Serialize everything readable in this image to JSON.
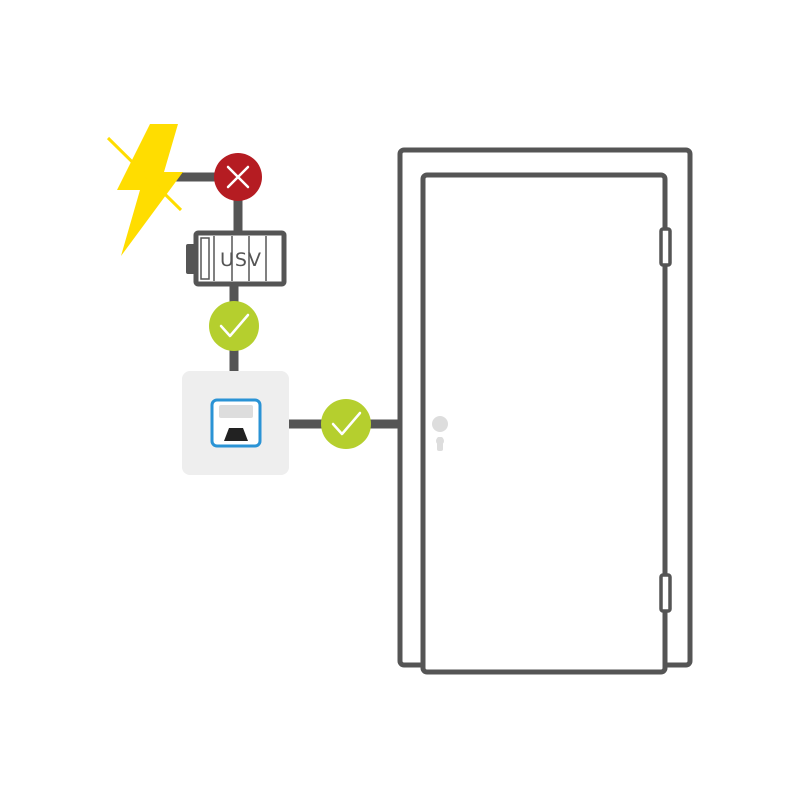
{
  "ups": {
    "label": "USV"
  },
  "colors": {
    "line": "#555555",
    "lightning": "#ffdd00",
    "error": "#b51c22",
    "ok": "#b5cf2e",
    "reader_bg": "#eeeeee",
    "reader_accent": "#2a93d5",
    "door_fill": "#ffffff",
    "keyhole": "#dddddd"
  },
  "status": {
    "power_to_ups": "error",
    "ups_to_reader": "ok",
    "reader_to_door": "ok"
  }
}
